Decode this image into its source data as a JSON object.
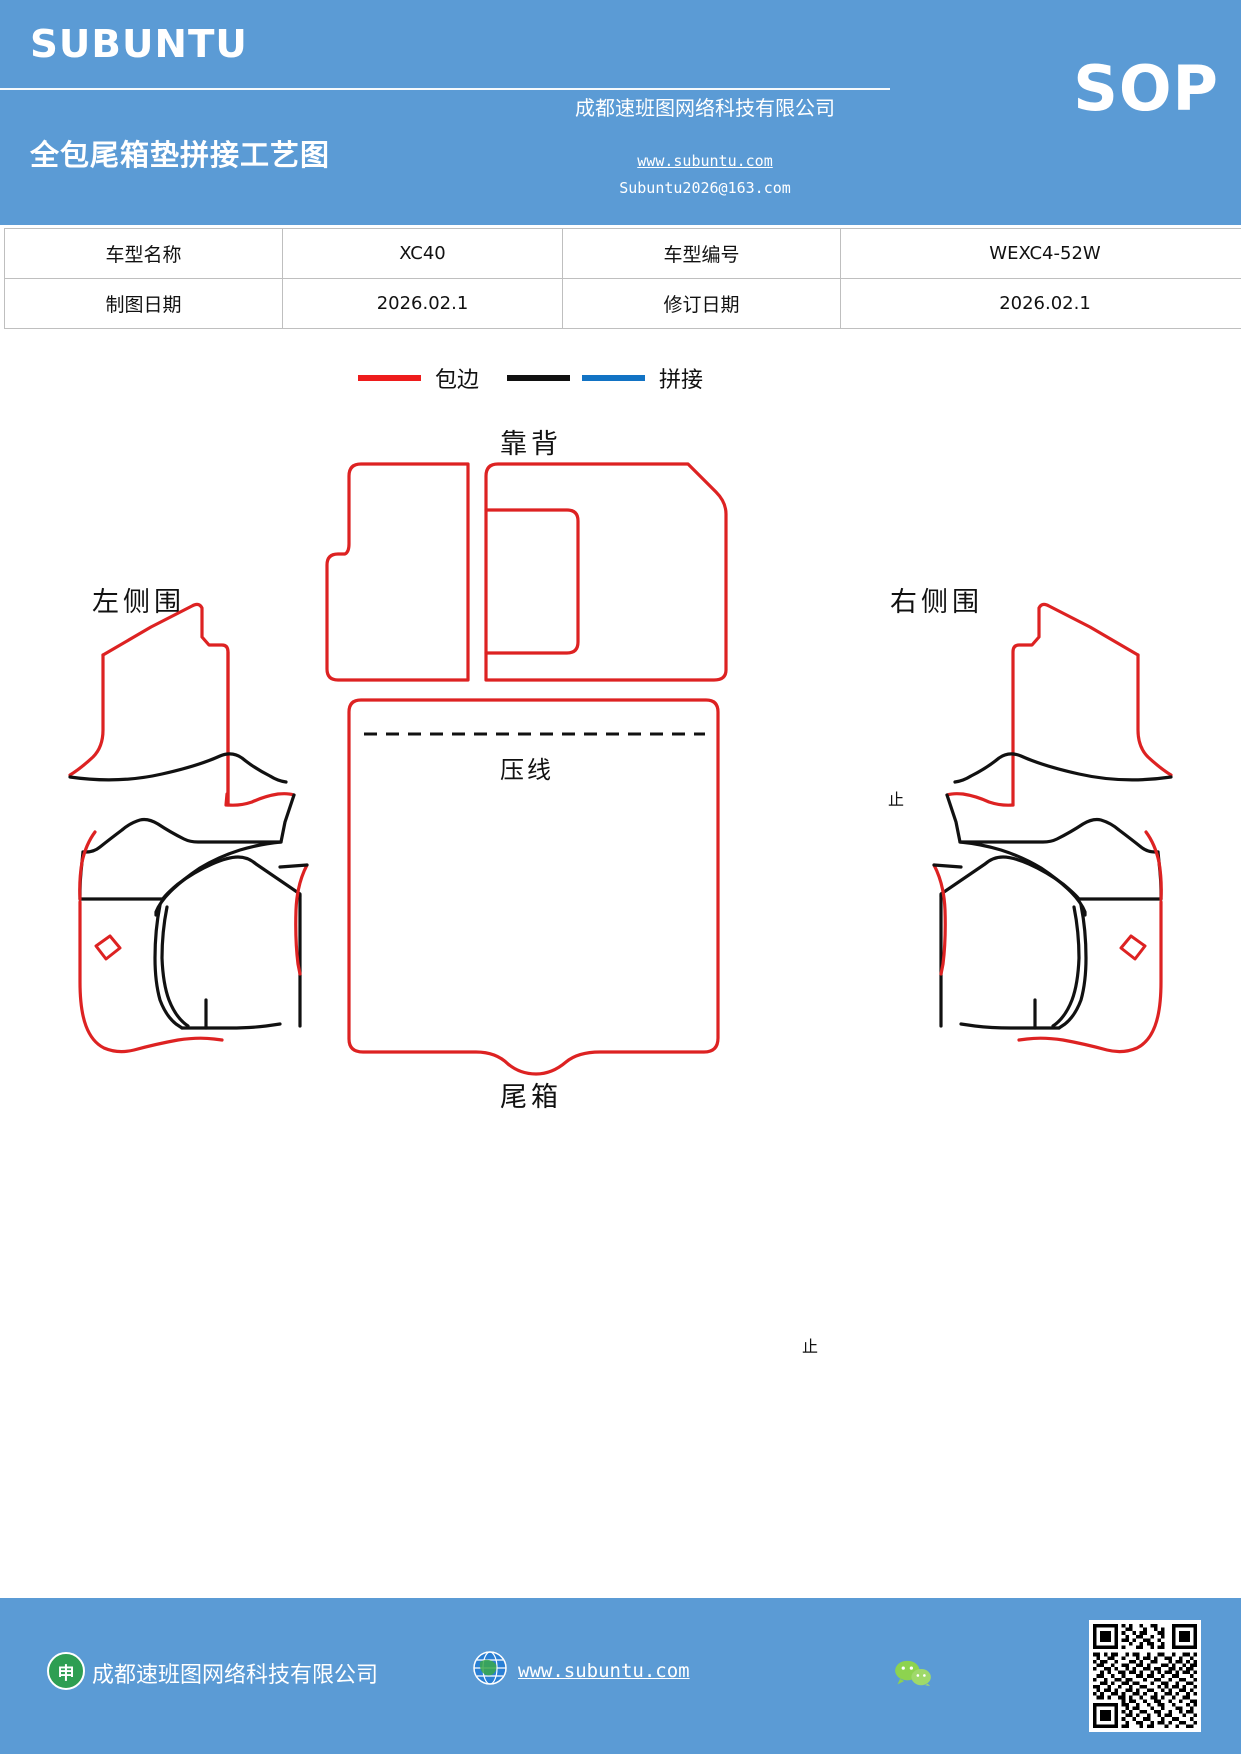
{
  "header": {
    "logo": "SUBUNTU",
    "doc_title": "全包尾箱垫拼接工艺图",
    "company": "成都速班图网络科技有限公司",
    "website": "www.subuntu.com",
    "email": "Subuntu2026@163.com",
    "badge": "SOP",
    "bg_color": "#5B9BD5"
  },
  "info_table": {
    "rows": [
      {
        "label1": "车型名称",
        "value1": "XC40",
        "label2": "车型编号",
        "value2": "WEXC4-52W"
      },
      {
        "label1": "制图日期",
        "value1": "2026.02.1",
        "label2": "修订日期",
        "value2": "2026.02.1"
      }
    ]
  },
  "legend": {
    "items": [
      {
        "label": "包边",
        "color": "#ee1c1c",
        "name": "edge-binding"
      },
      {
        "label": "拼接",
        "color": "#111111",
        "color2": "#1273c4",
        "name": "seam-splice"
      }
    ]
  },
  "drawing": {
    "labels": {
      "backrest": "靠背",
      "left_side": "左侧围",
      "right_side": "右侧围",
      "press_line": "压线",
      "trunk": "尾箱"
    },
    "colors": {
      "binding": "#dd2222",
      "seam": "#111111",
      "splice": "#1273c4"
    }
  },
  "footer": {
    "company": "成都速班图网络科技有限公司",
    "website": "www.subuntu.com",
    "app_icon_glyph": "申",
    "bg_color": "#5B9BD5"
  }
}
